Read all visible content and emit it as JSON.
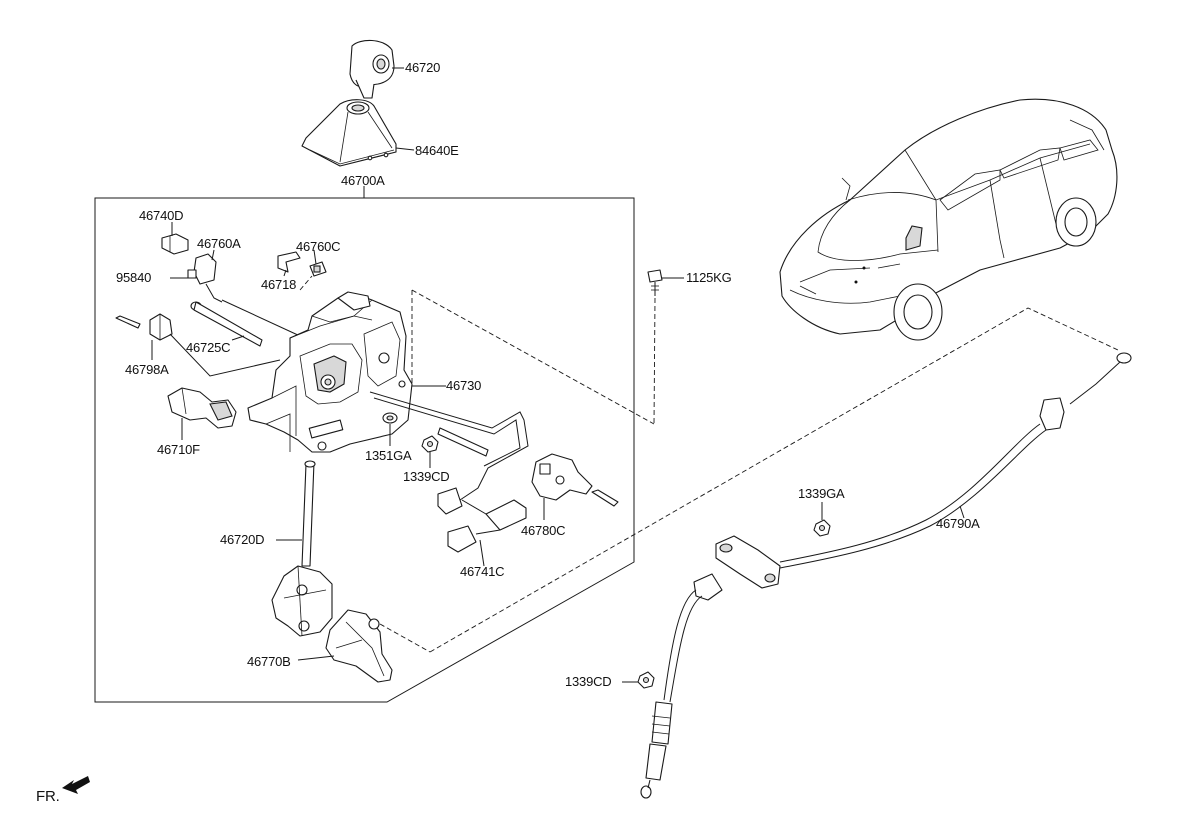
{
  "labels": {
    "l46720": "46720",
    "l84640E": "84640E",
    "l46700A": "46700A",
    "l46740D": "46740D",
    "l46760A": "46760A",
    "l46760C": "46760C",
    "l95840": "95840",
    "l46718": "46718",
    "l1125KG": "1125KG",
    "l46725C": "46725C",
    "l46798A": "46798A",
    "l46730": "46730",
    "l46710F": "46710F",
    "l1351GA": "1351GA",
    "l1339CD_a": "1339CD",
    "l46780C": "46780C",
    "l46720D": "46720D",
    "l46741C": "46741C",
    "l46770B": "46770B",
    "l1339GA": "1339GA",
    "l46790A": "46790A",
    "l1339CD_b": "1339CD",
    "fr": "FR."
  }
}
